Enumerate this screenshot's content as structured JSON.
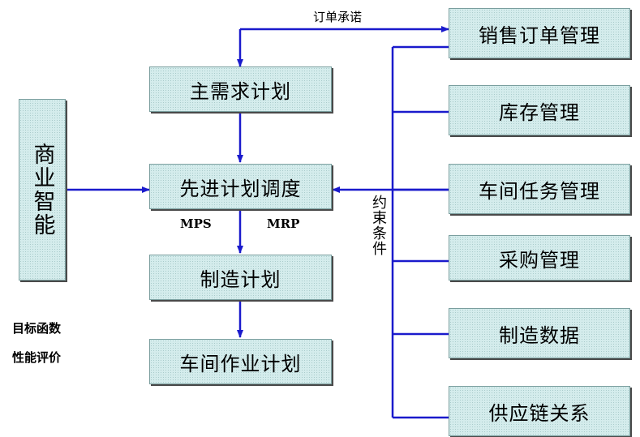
{
  "nodes": {
    "master_plan": "主需求计划",
    "aps": "先进计划调度",
    "manufacturing_plan": "制造计划",
    "shop_plan": "车间作业计划",
    "business_intelligence": "商业智能",
    "sales_order_mgmt": "销售订单管理",
    "inventory_mgmt": "库存管理",
    "shop_task_mgmt": "车间任务管理",
    "purchase_mgmt": "采购管理",
    "manufacturing_data": "制造数据",
    "supply_chain": "供应链关系"
  },
  "labels": {
    "order_commitment": "订单承诺",
    "mps": "MPS",
    "mrp": "MRP",
    "constraints": "约束条件",
    "objective_function": "目标函数",
    "performance_eval": "性能评价"
  },
  "colors": {
    "box_fill": "#d4ecec",
    "arrow": "#1a1acc"
  }
}
